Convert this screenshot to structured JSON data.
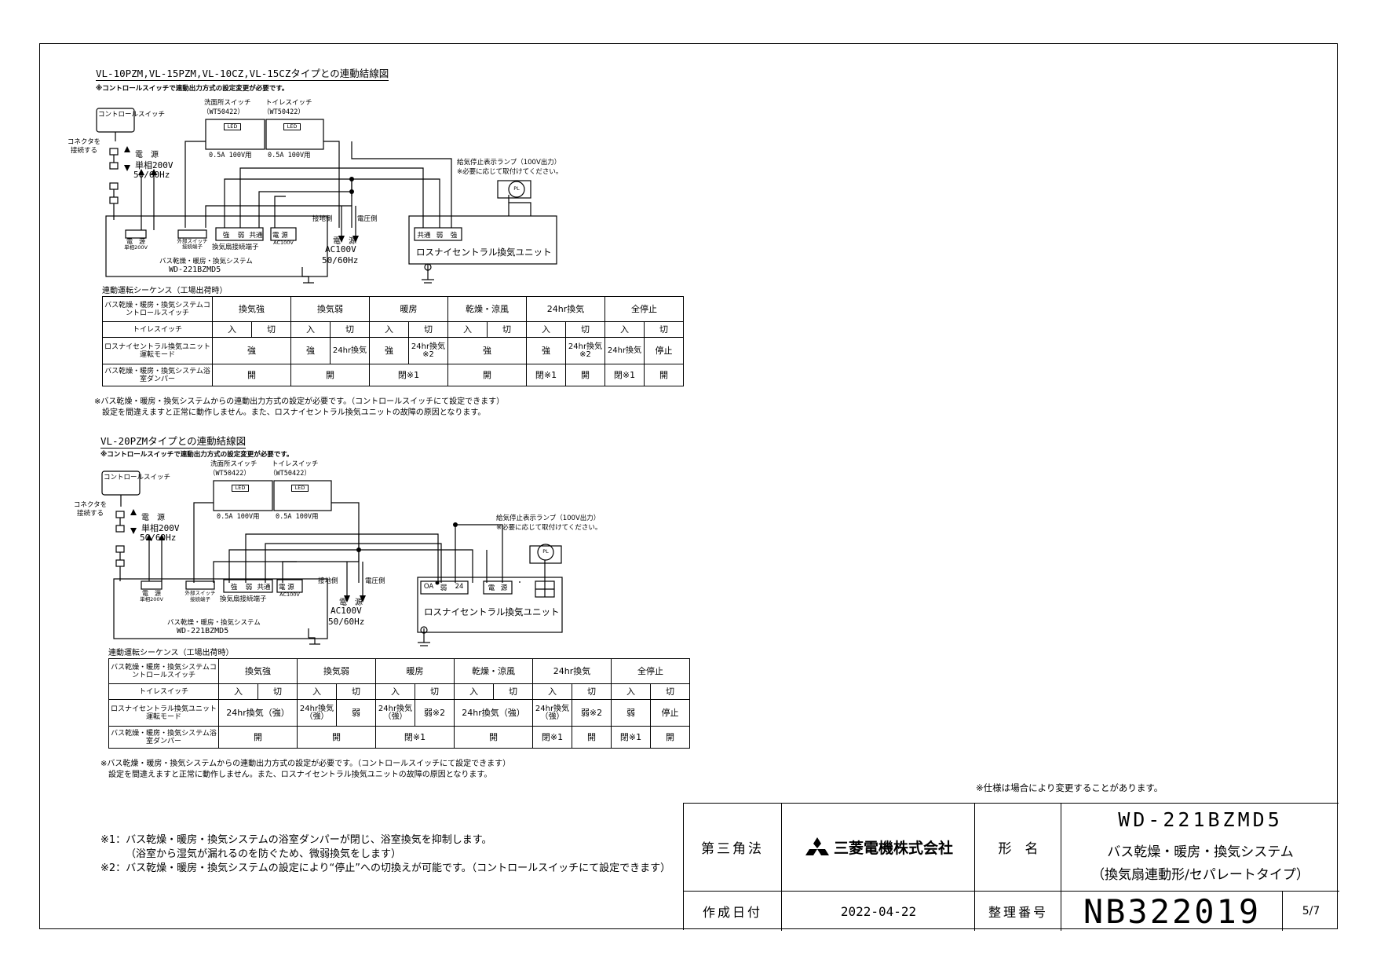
{
  "diagram1": {
    "title": "VL-10PZM,VL-15PZM,VL-10CZ,VL-15CZタイプとの連動結線図",
    "note": "※コントロールスイッチで連動出力方式の設定変更が必要です。",
    "control_switch": "コントロールスイッチ",
    "connector": "コネクタを接続する",
    "power_label": "電　源",
    "power_phase": "単相200V",
    "power_freq": "50/60Hz",
    "senmen_switch": "洗面所スイッチ",
    "toilet_switch": "トイレスイッチ",
    "switch_model": "（WT50422）",
    "led": "LED",
    "rating": "0.5A 100V用",
    "lamp_title": "給気停止表示ランプ（100V出力）",
    "lamp_note": "※必要に応じて取付けてください。",
    "pl": "PL",
    "ground_side": "接地側",
    "voltage_side": "電圧側",
    "ac_label": "電　源",
    "ac_voltage": "AC100V",
    "ac_freq": "50/60Hz",
    "term_power": "電　源",
    "term_power_sub": "単相200V",
    "term_ext": "外部スイッチ",
    "term_ext_sub": "接続端子",
    "term_fan": [
      "強",
      "弱",
      "共通"
    ],
    "term_fan_label": "換気扇接続端子",
    "term_ac": "電 源",
    "term_ac_sub": "AC100V",
    "system_name": "バス乾燥・暖房・換気システム",
    "system_model": "WD-221BZMD5",
    "unit_terms": [
      "共通",
      "弱",
      "強"
    ],
    "unit_name": "ロスナイセントラル換気ユニット"
  },
  "seq1": {
    "caption": "連動運転シーケンス（工場出荷時）",
    "row_heads": [
      "バス乾燥・暖房・換気システムコントロールスイッチ",
      "トイレスイッチ",
      "ロスナイセントラル換気ユニット運転モード",
      "バス乾燥・暖房・換気システム浴室ダンパー"
    ],
    "modes": [
      "換気強",
      "換気弱",
      "暖房",
      "乾燥・涼風",
      "24hr換気",
      "全停止"
    ],
    "on": "入",
    "off": "切",
    "unit_row": [
      "強",
      "強",
      "24hr換気",
      "強",
      "24hr換気※2",
      "強",
      "強",
      "24hr換気※2",
      "24hr換気",
      "停止"
    ],
    "damper_row": [
      "開",
      "開",
      "閉※1",
      "開",
      "閉※1",
      "開",
      "閉※1",
      "開"
    ],
    "foot1": "※バス乾燥・暖房・換気システムからの連動出力方式の設定が必要です。（コントロールスイッチにて設定できます）",
    "foot2": "設定を間違えますと正常に動作しません。また、ロスナイセントラル換気ユニットの故障の原因となります。"
  },
  "diagram2": {
    "title": "VL-20PZMタイプとの連動結線図",
    "note": "※コントロールスイッチで連動出力方式の設定変更が必要です。",
    "unit_terms": [
      "OA",
      "弱",
      "24"
    ],
    "unit_power": [
      "電",
      "源"
    ],
    "unit_name": "ロスナイセントラル換気ユニット"
  },
  "seq2": {
    "caption": "連動運転シーケンス（工場出荷時）",
    "unit_row": [
      "24hr換気（強）",
      "24hr換気（強）",
      "弱",
      "24hr換気（強）",
      "弱※2",
      "24hr換気（強）",
      "24hr換気（強）",
      "弱※2",
      "弱",
      "停止"
    ],
    "damper_row": [
      "開",
      "開",
      "閉※1",
      "開",
      "閉※1",
      "開",
      "閉※1",
      "開"
    ]
  },
  "spec_note": "※仕様は場合により変更することがあります。",
  "footnotes": [
    "※1：バス乾燥・暖房・換気システムの浴室ダンパーが閉じ、浴室換気を抑制します。",
    "（浴室から湿気が漏れるのを防ぐため、微弱換気をします）",
    "※2：バス乾燥・暖房・換気システムの設定により“停止”への切換えが可能です。（コントロールスイッチにて設定できます）"
  ],
  "title_block": {
    "projection": "第三角法",
    "company": "三菱電機株式会社",
    "model_label": "形　名",
    "model": "WD-221BZMD5",
    "product": "バス乾燥・暖房・換気システム",
    "product_sub": "（換気扇連動形/セパレートタイプ）",
    "date_label": "作成日付",
    "date": "2022-04-22",
    "number_label": "整理番号",
    "number": "NB322019",
    "page": "5/7"
  }
}
